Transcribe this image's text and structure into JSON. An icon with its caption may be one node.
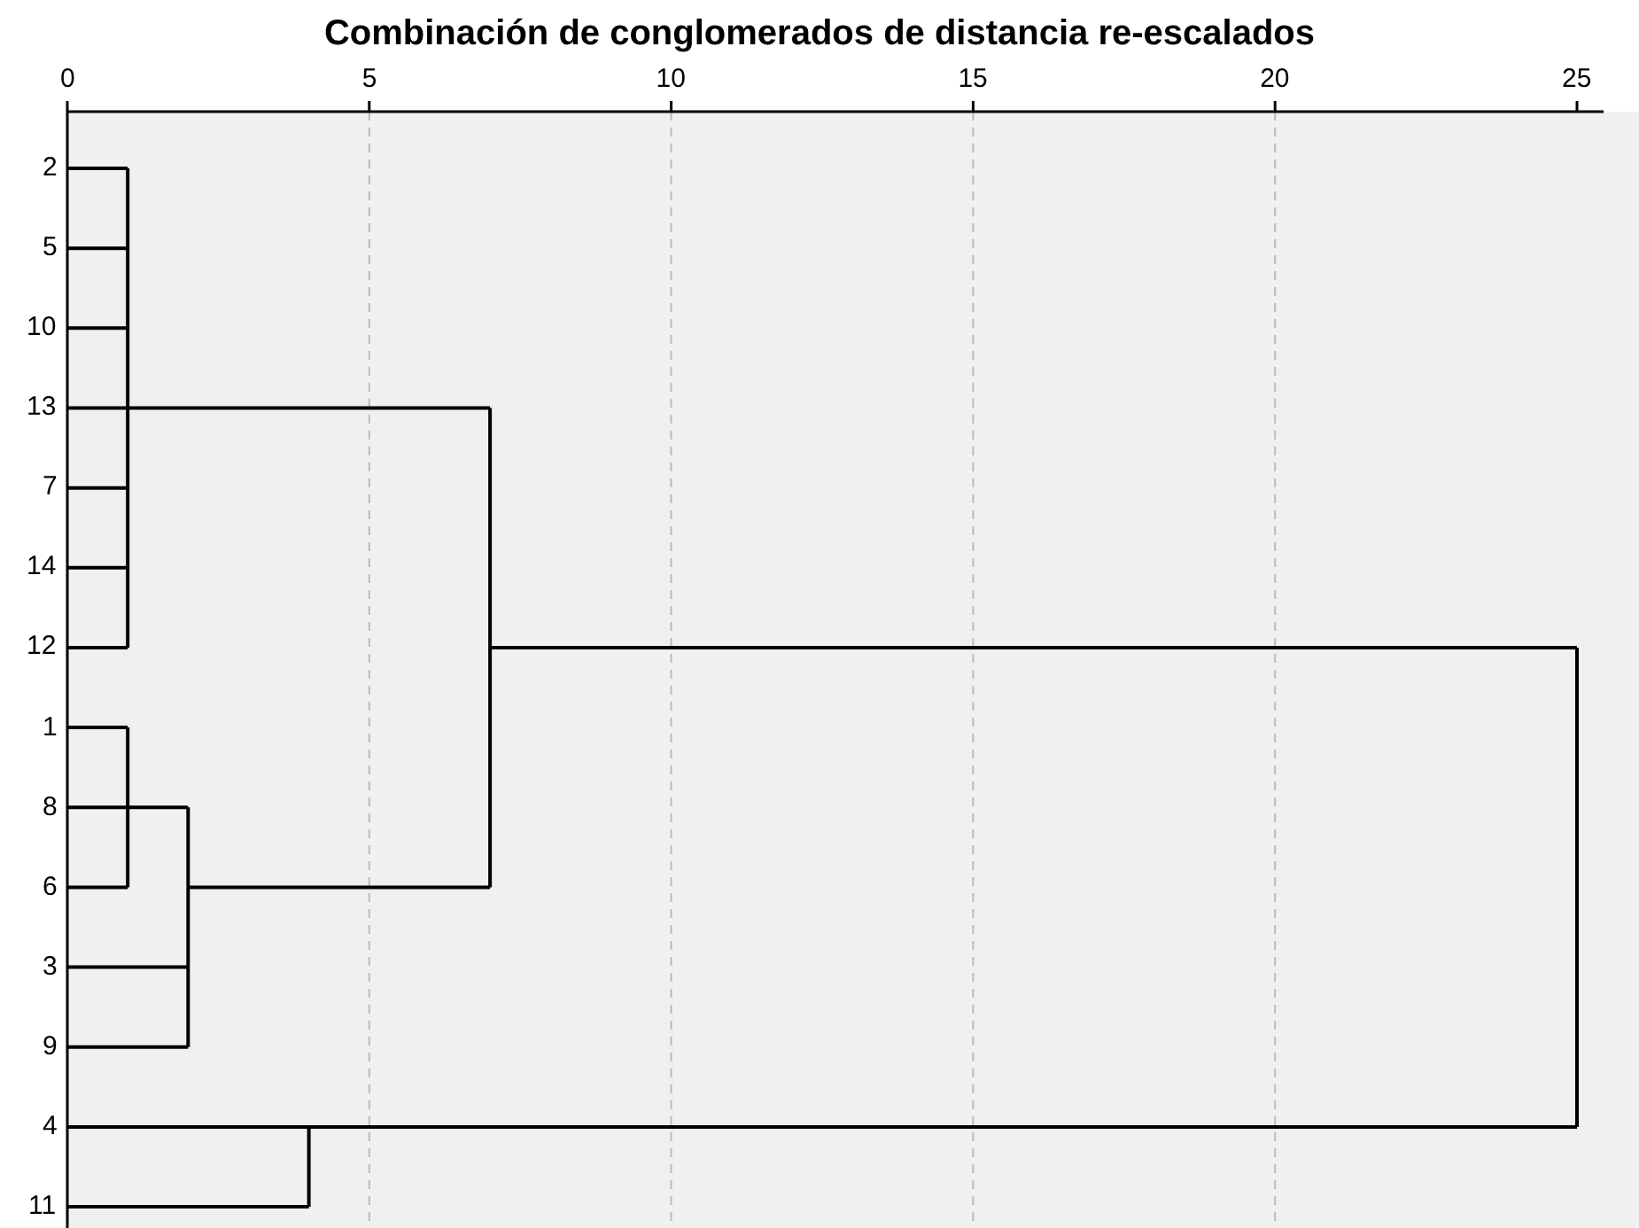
{
  "diagram": {
    "title": "Combinación de conglomerados de distancia re-escalados",
    "labels": [
      "0",
      "5",
      "10",
      "15",
      "20",
      "25",
      "2",
      "5",
      "10",
      "13",
      "7",
      "14",
      "12",
      "1",
      "8",
      "6",
      "3",
      "9",
      "4",
      "11"
    ]
  }
}
